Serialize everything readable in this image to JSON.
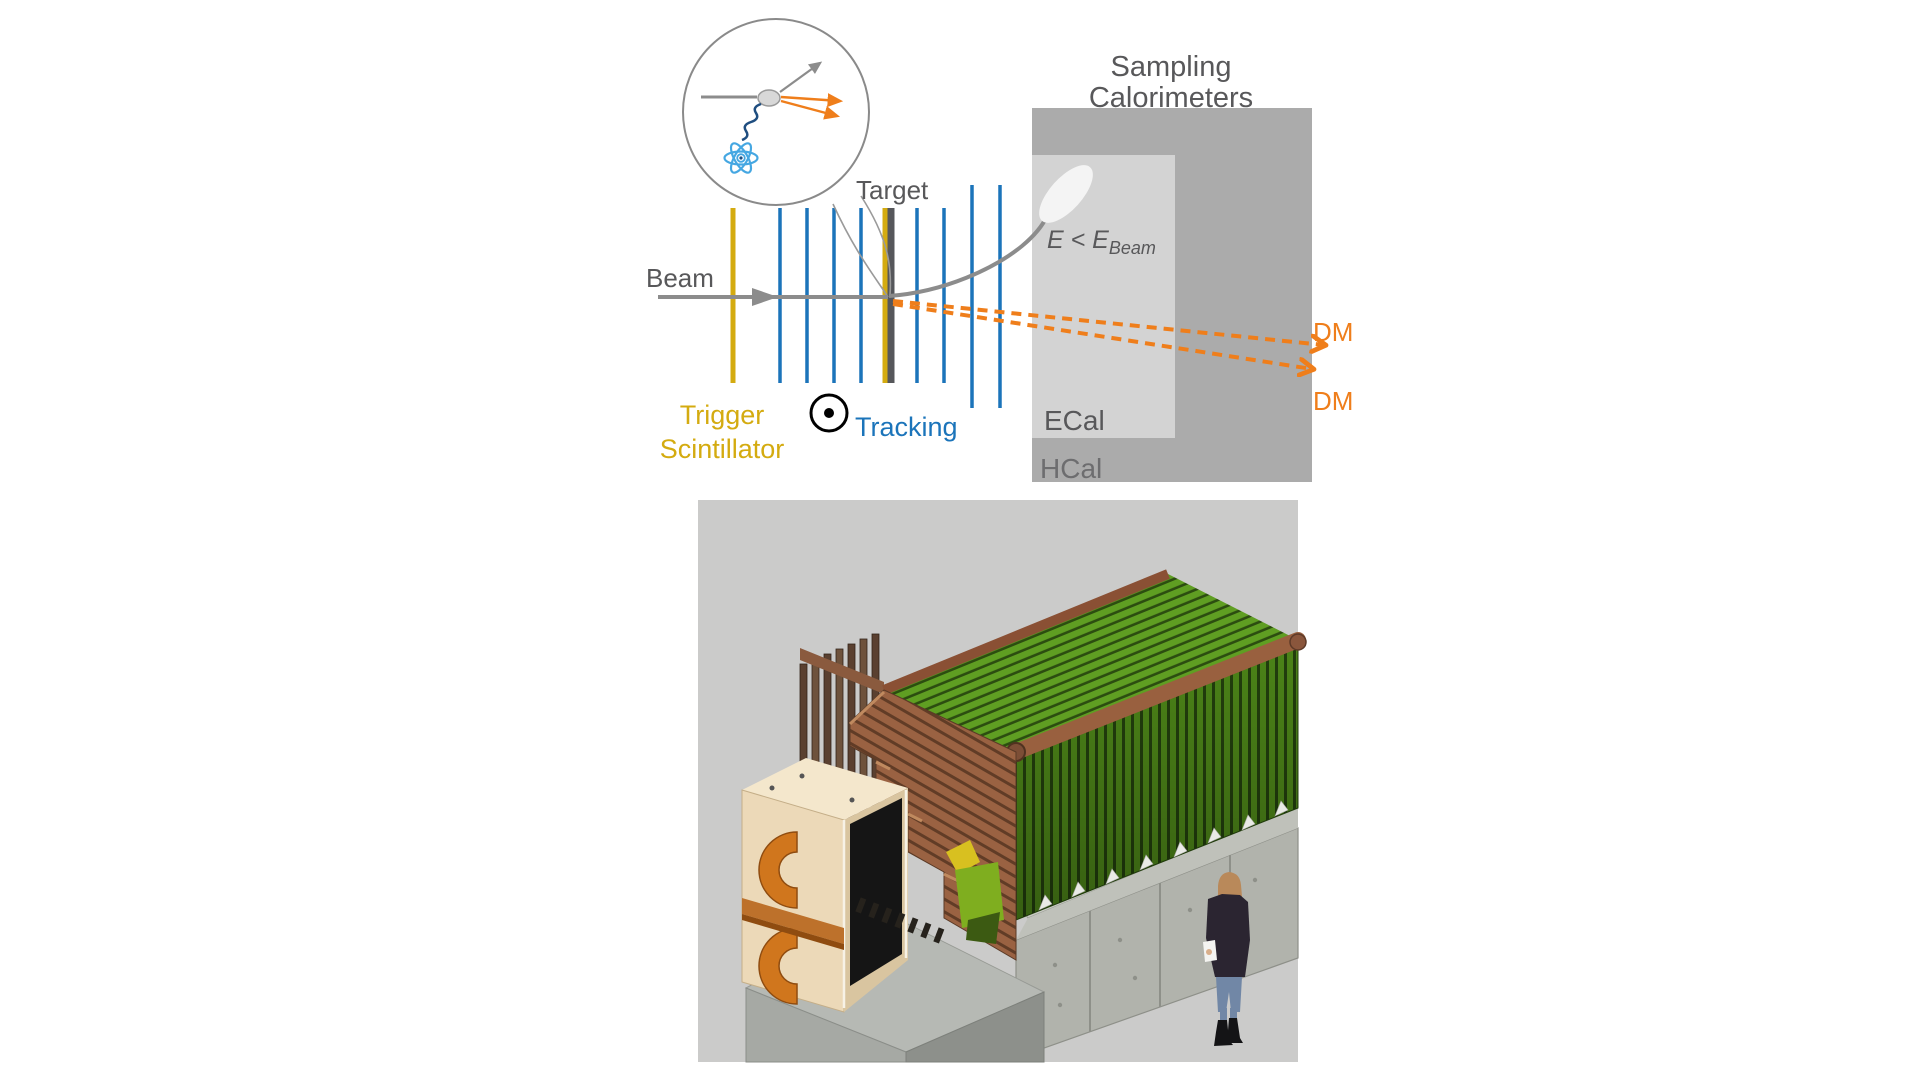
{
  "page": {
    "background": "#ffffff"
  },
  "schematic": {
    "title": {
      "line1": "Sampling",
      "line2": "Calorimeters"
    },
    "labels": {
      "beam": "Beam",
      "target": "Target",
      "trigger_line1": "Trigger",
      "trigger_line2": "Scintillator",
      "tracking": "Tracking",
      "ecal": "ECal",
      "hcal": "HCal",
      "dm_upper": "DM",
      "dm_lower": "DM",
      "energy_main": "E < E",
      "energy_sub": "Beam"
    },
    "colors": {
      "trigger_yellow": "#d4ab10",
      "tracking_blue": "#1b74ba",
      "dm_orange": "#ef7e1b",
      "beam_gray": "#8c8c8c",
      "target_gray": "#56575b",
      "label_gray": "#58585a",
      "hcal_fill": "#ababab",
      "ecal_fill": "#d3d3d3",
      "shower_fill": "#f4f4f4",
      "photon_blue": "#1f4e80",
      "atom_blue": "#45a7e2"
    }
  },
  "render": {
    "background": "#cbcbca",
    "colors": {
      "hcal_green_top": "#5f9e22",
      "hcal_green_side": "#4c8418",
      "absorber_brown": "#9a6242",
      "rail_brown": "#99603f",
      "magnet_beige": "#ecd9b8",
      "coil_orange": "#d0761d",
      "concrete_gray": "#b1b3ac",
      "block_gray": "#a6a9a4"
    }
  }
}
